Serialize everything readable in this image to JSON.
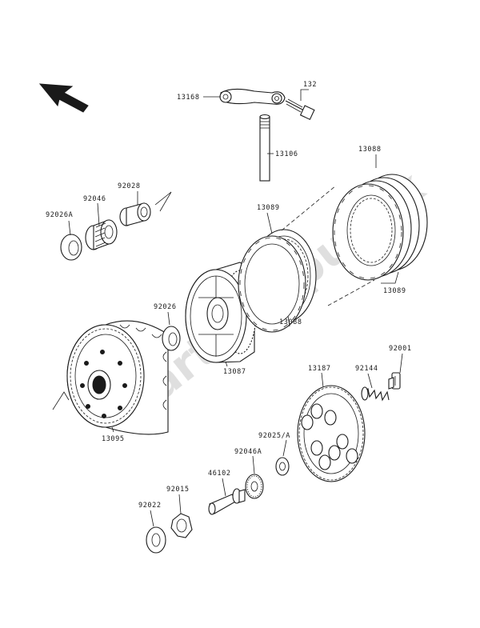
{
  "watermark": "Parts Republik",
  "parts": [
    {
      "id": "p13168",
      "label": "13168"
    },
    {
      "id": "p132",
      "label": "132"
    },
    {
      "id": "p13106",
      "label": "13106"
    },
    {
      "id": "p13088a",
      "label": "13088"
    },
    {
      "id": "p92028",
      "label": "92028"
    },
    {
      "id": "p92046",
      "label": "92046"
    },
    {
      "id": "p92026A",
      "label": "92026A"
    },
    {
      "id": "p13089a",
      "label": "13089"
    },
    {
      "id": "p13089b",
      "label": "13089"
    },
    {
      "id": "p92026",
      "label": "92026"
    },
    {
      "id": "p13088b",
      "label": "13088"
    },
    {
      "id": "p13087",
      "label": "13087"
    },
    {
      "id": "p92001",
      "label": "92001"
    },
    {
      "id": "p92144",
      "label": "92144"
    },
    {
      "id": "p13187",
      "label": "13187"
    },
    {
      "id": "p13095",
      "label": "13095"
    },
    {
      "id": "p92025A",
      "label": "92025/A"
    },
    {
      "id": "p92046A",
      "label": "92046A"
    },
    {
      "id": "p46102",
      "label": "46102"
    },
    {
      "id": "p92015",
      "label": "92015"
    },
    {
      "id": "p92022",
      "label": "92022"
    }
  ]
}
